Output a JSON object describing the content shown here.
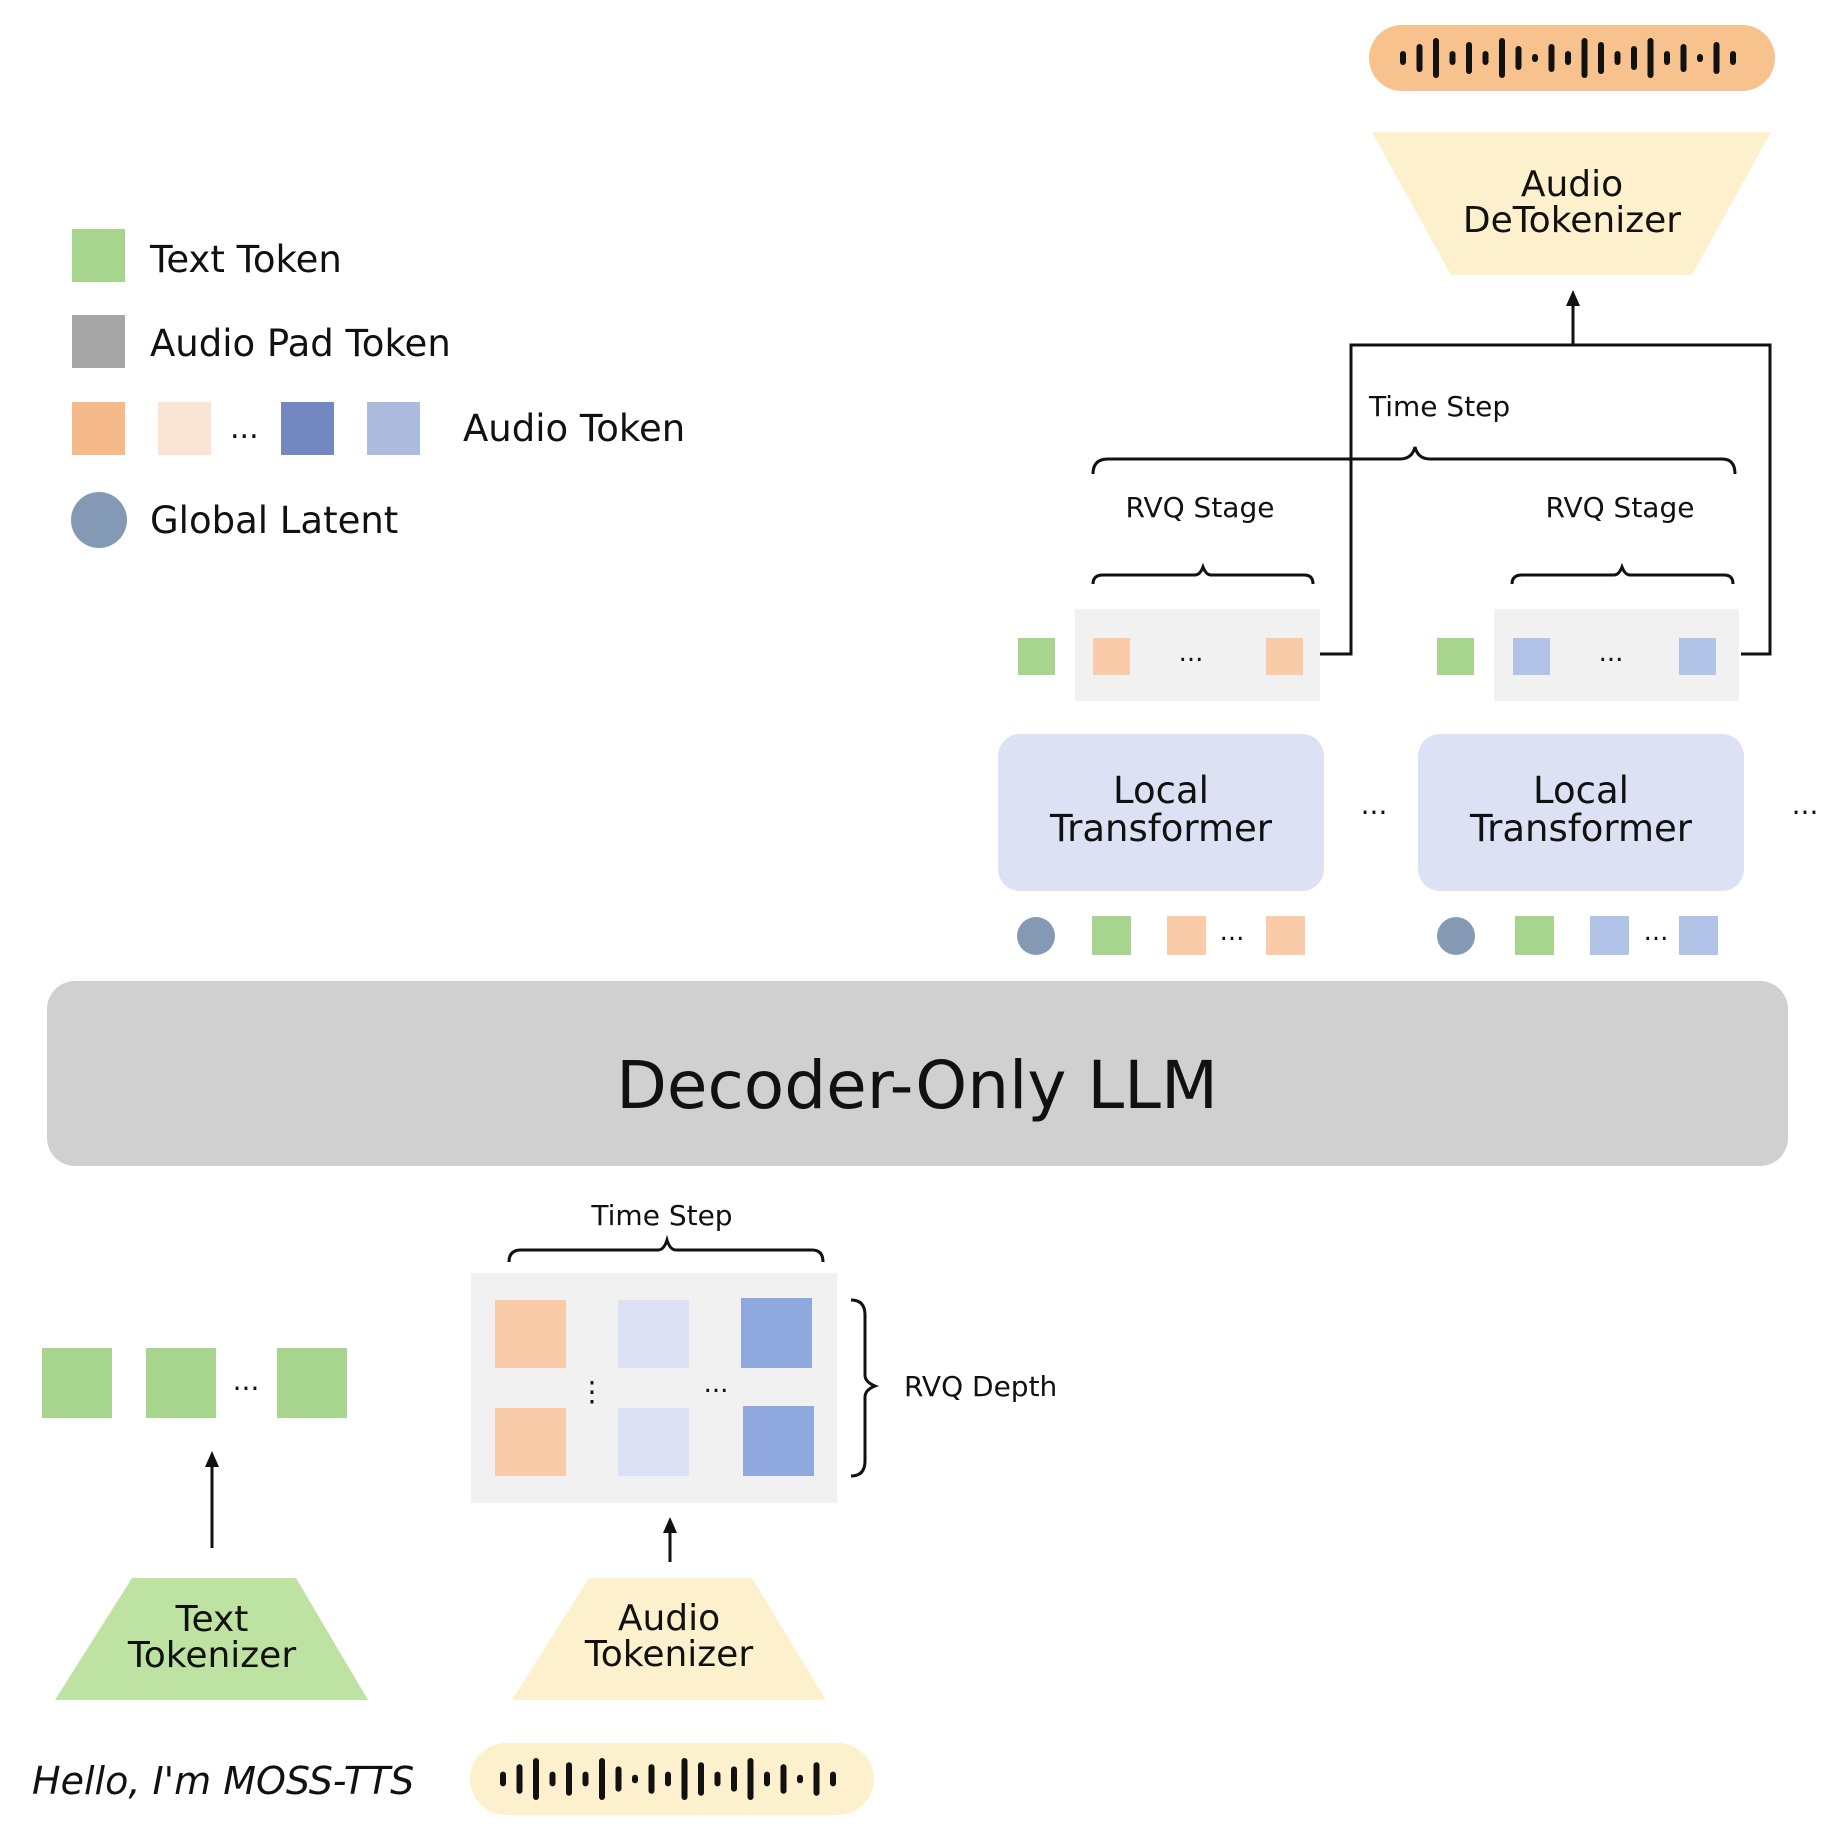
{
  "legend": {
    "text_token": "Text Token",
    "audio_pad_token": "Audio Pad Token",
    "audio_token": "Audio Token",
    "ellipsis": "...",
    "global_latent": "Global Latent"
  },
  "llm": {
    "label": "Decoder-Only LLM"
  },
  "detokenizer": {
    "line1": "Audio",
    "line2": "DeTokenizer"
  },
  "top": {
    "time_step": "Time Step",
    "rvq_stage": "RVQ Stage",
    "local_transformer_line1": "Local",
    "local_transformer_line2": "Transformer",
    "ellipsis": "..."
  },
  "bottom": {
    "time_step": "Time Step",
    "rvq_depth": "RVQ Depth",
    "ellipsis": "...",
    "vertical_ellipsis": "⋮",
    "text_tokenizer_line1": "Text",
    "text_tokenizer_line2": "Tokenizer",
    "audio_tokenizer_line1": "Audio",
    "audio_tokenizer_line2": "Tokenizer",
    "input_text": "Hello, I'm MOSS-TTS"
  },
  "colors": {
    "text_token": "#a8d58d",
    "audio_pad": "#a6a6a6",
    "audio_orange": "#f6b98a",
    "audio_orange_light": "#f9e4d5",
    "audio_blue": "#7388c0",
    "audio_blue_light": "#adbcde",
    "global_latent": "#8499b3",
    "llm_box": "#d1d0d1",
    "local_transformer": "#dce2f3",
    "detokenizer": "#fdf0cc",
    "text_tokenizer": "#bde2a2",
    "audio_tokenizer": "#fdf0cc",
    "waveform_pill": "#f8c28e",
    "waveform_pill_light": "#fdf0cc",
    "panel": "#f1f1f1"
  }
}
